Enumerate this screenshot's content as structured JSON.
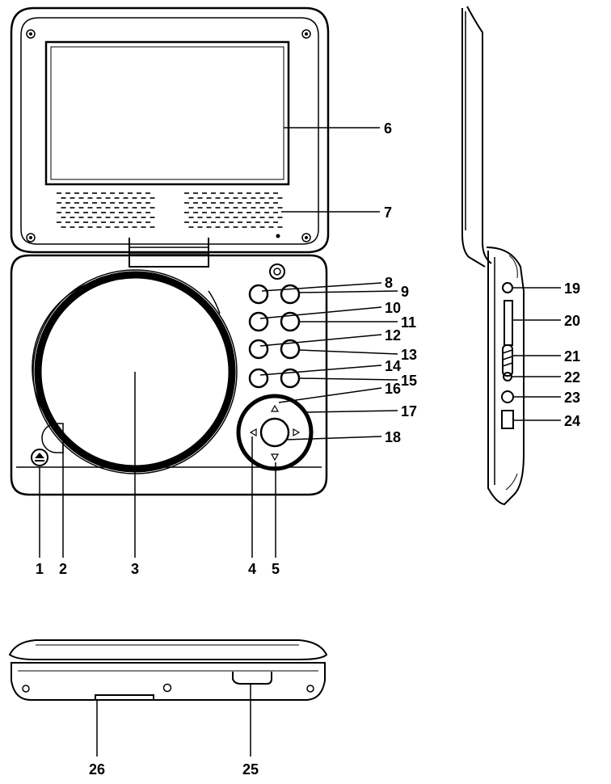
{
  "diagram": {
    "colors": {
      "ink": "#000000",
      "screen_fill": "#ffffff",
      "background": "#ffffff"
    },
    "callouts": {
      "c1": "1",
      "c2": "2",
      "c3": "3",
      "c4": "4",
      "c5": "5",
      "c6": "6",
      "c7": "7",
      "c8": "8",
      "c9": "9",
      "c10": "10",
      "c11": "11",
      "c12": "12",
      "c13": "13",
      "c14": "14",
      "c15": "15",
      "c16": "16",
      "c17": "17",
      "c18": "18",
      "c19": "19",
      "c20": "20",
      "c21": "21",
      "c22": "22",
      "c23": "23",
      "c24": "24",
      "c25": "25",
      "c26": "26"
    },
    "icons": {
      "eject": "eject-icon",
      "up": "arrow-up-icon",
      "down": "arrow-down-icon",
      "left": "arrow-left-icon",
      "right": "arrow-right-icon"
    }
  }
}
